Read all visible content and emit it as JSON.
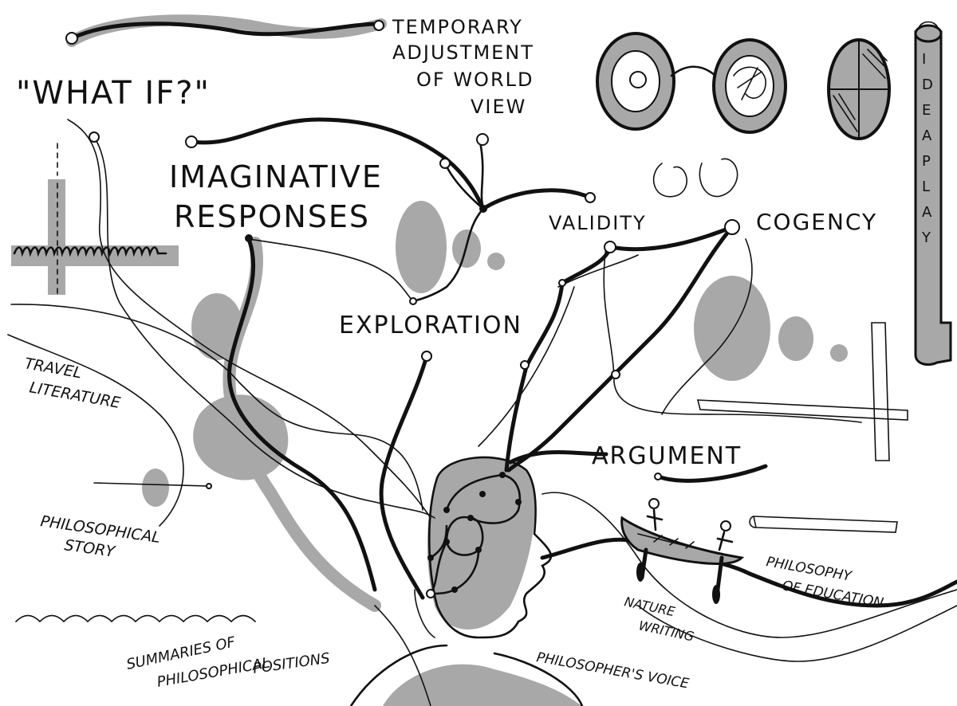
{
  "labels": {
    "what_if": "\"WHAT IF?\"",
    "temporary_1": "TEMPORARY",
    "temporary_2": "ADJUSTMENT",
    "temporary_3": "OF WORLD",
    "temporary_4": "VIEW",
    "imaginative_1": "IMAGINATIVE",
    "imaginative_2": "RESPONSES",
    "validity": "VALIDITY",
    "cogency": "COGENCY",
    "exploration": "EXPLORATION",
    "travel_1": "TRAVEL",
    "travel_2": "LITERATURE",
    "argument": "ARGUMENT",
    "philosophical_story_1": "PHILOSOPHICAL",
    "philosophical_story_2": "STORY",
    "summaries_1": "SUMMARIES OF",
    "summaries_2": "PHILOSOPHICAL",
    "summaries_3": "POSITIONS",
    "nature_1": "NATURE",
    "nature_2": "WRITING",
    "education_1": "PHILOSOPHY",
    "education_2": "OF EDUCATION",
    "voice": "PHILOSOPHER'S VOICE",
    "ideaplay": [
      "I",
      "D",
      "E",
      "A",
      "P",
      "L",
      "A",
      "Y"
    ]
  },
  "colors": {
    "ink": "#111111",
    "grey": "#a8a8a8",
    "paper": "#ffffff"
  }
}
